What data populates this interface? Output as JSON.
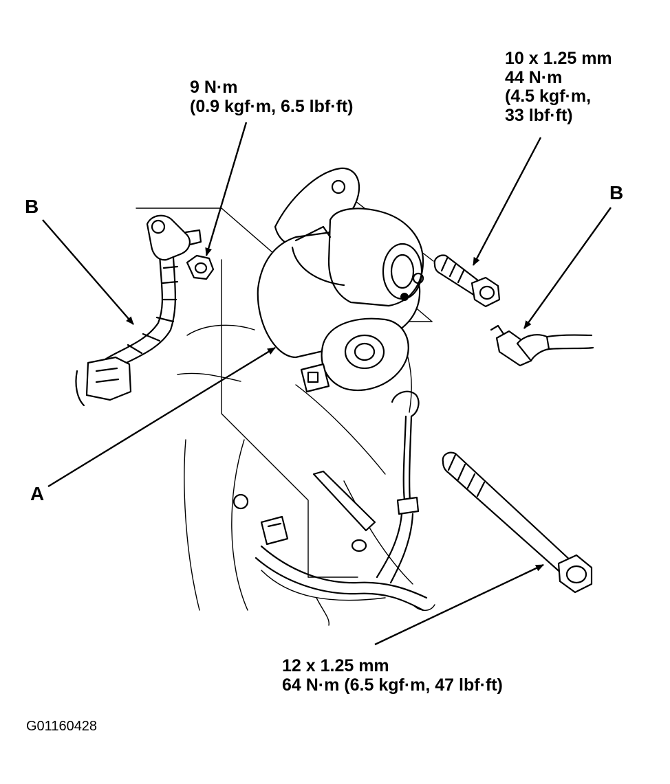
{
  "labels": {
    "callout_b_left": "B",
    "callout_b_right": "B",
    "callout_a": "A",
    "figure_code": "G01160428"
  },
  "torque_specs": {
    "terminal_nut": {
      "line1": "9 N·m",
      "line2": "(0.9 kgf·m, 6.5 lbf·ft)"
    },
    "upper_bolt": {
      "line1": "10 x 1.25 mm",
      "line2": "44 N·m",
      "line3": "(4.5 kgf·m,",
      "line4": "33 lbf·ft)"
    },
    "lower_bolt": {
      "line1": "12 x 1.25 mm",
      "line2": "64 N·m (6.5 kgf·m, 47 lbf·ft)"
    }
  }
}
